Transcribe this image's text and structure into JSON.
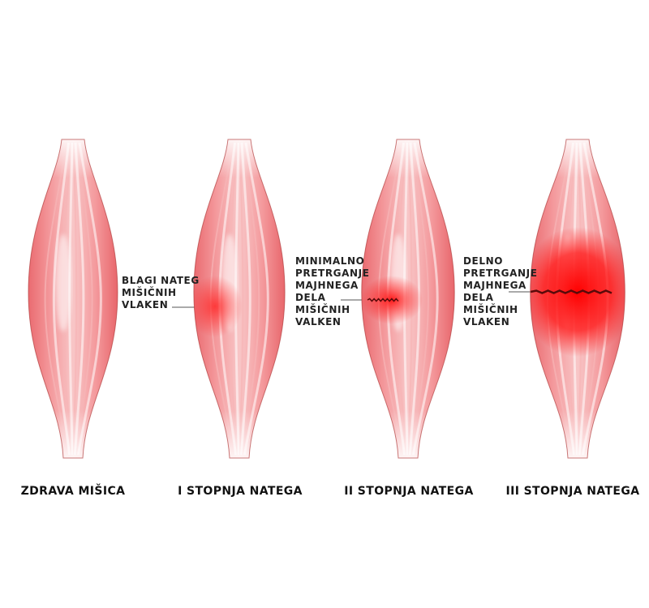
{
  "stages": [
    {
      "caption": "ZDRAVA MIŠICA",
      "annotation": [],
      "injury_level": 0
    },
    {
      "caption": "I STOPNJA NATEGA",
      "annotation": [
        "BLAGI NATEG",
        "MIŠIČNIH",
        "VLAKEN"
      ],
      "injury_level": 1
    },
    {
      "caption": "II STOPNJA NATEGA",
      "annotation": [
        "MINIMALNO",
        "PRETRGANJE",
        "MAJHNEGA",
        "DELA",
        "MIŠIČNIH",
        "VALKEN"
      ],
      "injury_level": 2
    },
    {
      "caption": "III STOPNJA NATEGA",
      "annotation": [
        "DELNO",
        "PRETRGANJE",
        "MAJHNEGA",
        "DELA",
        "MIŠIČNIH",
        "VLAKEN"
      ],
      "injury_level": 3
    }
  ],
  "colors": {
    "muscle_light": "#fbe3e3",
    "muscle_mid": "#f4a7a9",
    "muscle_deep": "#ee6f73",
    "outline": "#b24040",
    "injury": "#ff1010",
    "text": "#222222"
  }
}
